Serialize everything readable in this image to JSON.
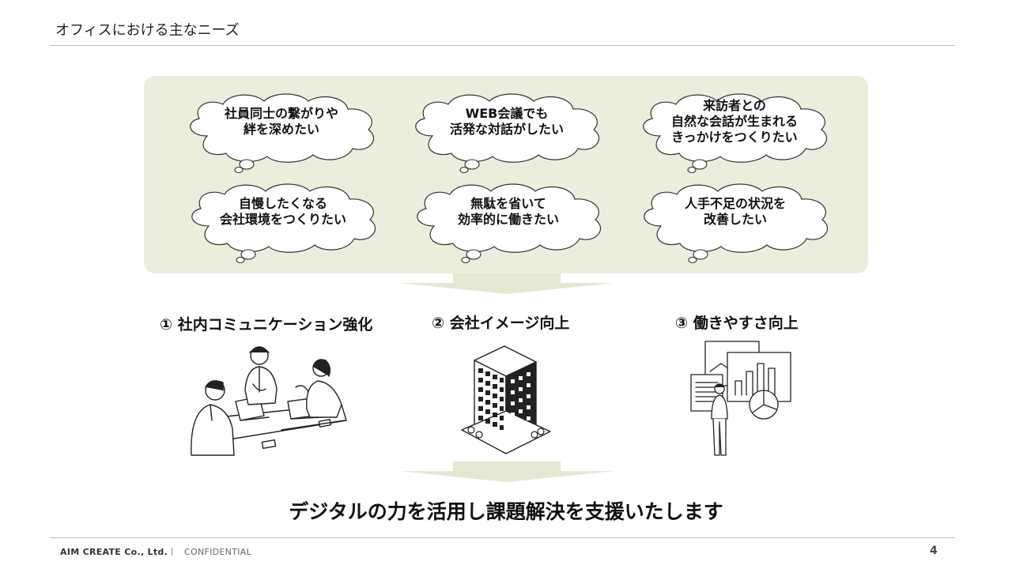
{
  "header": {
    "title": "オフィスにおける主なニーズ"
  },
  "needs": [
    {
      "text": "社員同士の繋がりや\n絆を深めたい"
    },
    {
      "text": "WEB会議でも\n活発な対話がしたい"
    },
    {
      "text": "来訪者との\n自然な会話が生まれる\nきっかけをつくりたい"
    },
    {
      "text": "自慢したくなる\n会社環境をつくりたい"
    },
    {
      "text": "無駄を省いて\n効率的に働きたい"
    },
    {
      "text": "人手不足の状況を\n改善したい"
    }
  ],
  "pillars": [
    {
      "label": "① 社内コミュニケーション強化",
      "icon": "meeting-people-icon"
    },
    {
      "label": "② 会社イメージ向上",
      "icon": "office-building-icon"
    },
    {
      "label": "③ 働きやすさ向上",
      "icon": "person-viewing-charts-icon"
    }
  ],
  "conclusion": "デジタルの力を活用し課題解決を支援いたします",
  "footer": {
    "company": "AIM CREATE Co., Ltd.",
    "confidential": "CONFIDENTIAL",
    "page": "4"
  },
  "colors": {
    "panel": "#eaeedd",
    "arrow": "#e3e8d2",
    "text": "#111111"
  }
}
